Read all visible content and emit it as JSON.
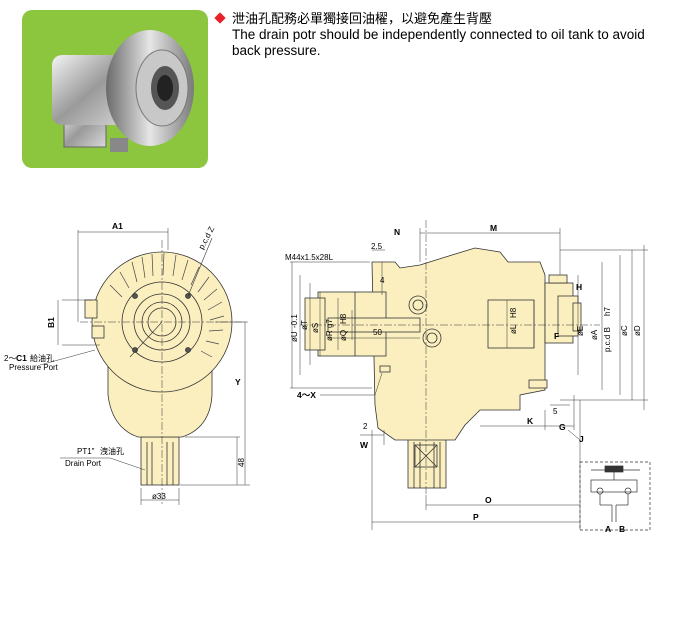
{
  "note": {
    "zh": "泄油孔配務必單獨接回油櫂，以避免產生背壓",
    "en": "The drain potr should be independently connected to oil tank to avoid back pressure."
  },
  "drawing": {
    "a1": "A1",
    "pcd_z": "p.c.d Z",
    "b1": "B1",
    "c1_prefix": "2～",
    "c1": "C1",
    "c1_zh": "給油孔",
    "pressure_port": "Pressure Port",
    "y": "Y",
    "pt1": "PT1\"",
    "pt1_zh": "洩油孔",
    "drain_port": "Drain Port",
    "dim48": "48",
    "dim33": "ø33",
    "m44": "M44x1.5x28L",
    "n": "N",
    "m": "M",
    "dim25": "2.5",
    "dim4": "4",
    "phiU": "øU",
    "h81": "-0.1",
    "phiT": "øT",
    "phiS": "øS",
    "phiR": "øR",
    "g7": "g7",
    "phiQ": "øQ",
    "h8a": "H8",
    "dim50": "50",
    "phiL": "øL",
    "h8b": "H8",
    "f": "F",
    "h": "H",
    "phiE": "øE",
    "pcdB": "p.c.d B",
    "h7": "h7",
    "phiA": "øA",
    "phiC": "øC",
    "phiD": "øD",
    "x4": "4～X",
    "dim2": "2",
    "w": "W",
    "k": "K",
    "g": "G",
    "dim5": "5",
    "j": "J",
    "o": "O",
    "p": "P",
    "a": "A",
    "b": "B"
  },
  "colors": {
    "body": "#fbefc0",
    "photo_bg": "#8cc63f",
    "bullet": "#e8202a",
    "line": "#333333"
  }
}
